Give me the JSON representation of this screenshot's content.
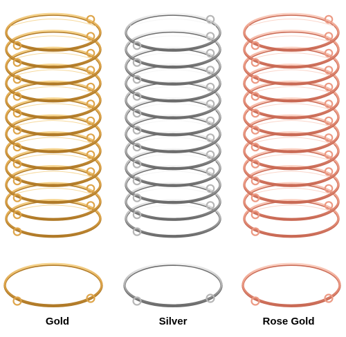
{
  "product": {
    "variants": [
      {
        "id": "gold",
        "label": "Gold",
        "stack_count": 12,
        "colors": {
          "light": "#f6d590",
          "mid": "#dea54a",
          "dark": "#b07a28"
        }
      },
      {
        "id": "silver",
        "label": "Silver",
        "stack_count": 12,
        "colors": {
          "light": "#f4f4f4",
          "mid": "#b6b6b6",
          "dark": "#6c6c6c"
        }
      },
      {
        "id": "rose-gold",
        "label": "Rose Gold",
        "stack_count": 12,
        "colors": {
          "light": "#fbd2c4",
          "mid": "#ec9a84",
          "dark": "#c96a55"
        }
      }
    ]
  }
}
